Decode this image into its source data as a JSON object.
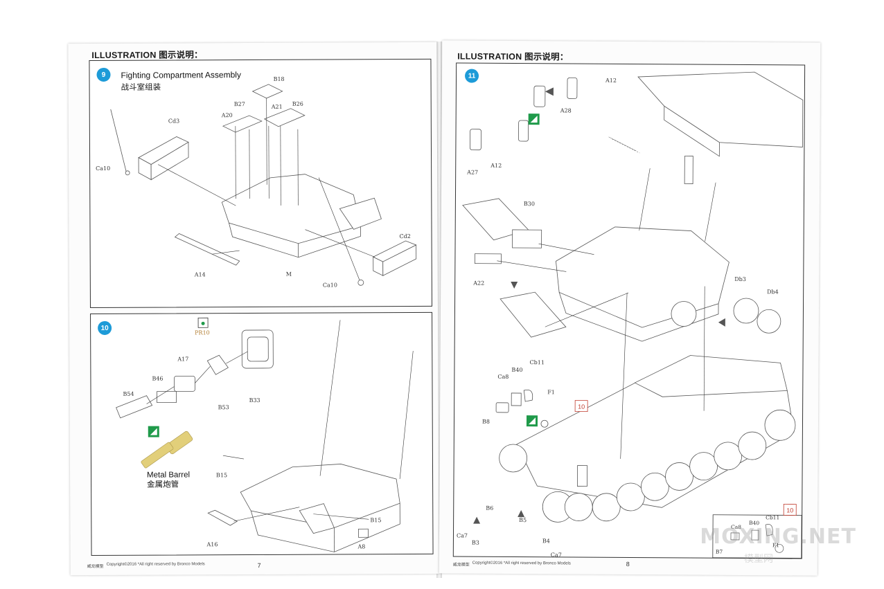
{
  "left_page": {
    "header": "ILLUSTRATION 图示说明：",
    "footer_brand": "威龙模型",
    "footer_copyright": "Copyright©2016 *All right reserved by Bronco Models",
    "page_number": "7",
    "step9": {
      "number": "9",
      "title_en": "Fighting Compartment Assembly",
      "title_cn": "战斗室组装",
      "parts": [
        "B18",
        "B27",
        "A21",
        "B26",
        "A20",
        "Cd3",
        "Ca10",
        "Cd2",
        "Ca10",
        "A14",
        "M"
      ]
    },
    "step10": {
      "number": "10",
      "parts": [
        "PR10",
        "A17",
        "B46",
        "B54",
        "B53",
        "B33",
        "B15",
        "B15",
        "A16",
        "A8"
      ],
      "metal_barrel_en": "Metal Barrel",
      "metal_barrel_cn": "金属炮管"
    }
  },
  "right_page": {
    "header": "ILLUSTRATION 图示说明：",
    "footer_brand": "威龙模型",
    "footer_copyright": "Copyright©2016 *All right reserved by Bronco Models",
    "page_number": "8",
    "step11": {
      "number": "11",
      "parts": [
        "A12",
        "A28",
        "A27",
        "A12",
        "B30",
        "A22",
        "Db3",
        "Db4",
        "Ca8",
        "B40",
        "Cb11",
        "F1",
        "B8",
        "B6",
        "B5",
        "B4",
        "Ca7",
        "B3",
        "Ca7",
        "Ca8",
        "B40",
        "Cb11",
        "F1",
        "B7"
      ],
      "ref_step": "10",
      "ref_step_inset": "10"
    }
  },
  "watermark": "MOXING.NET",
  "watermark_cn": "模型网",
  "colors": {
    "step_badge": "#1d9bd8",
    "symbol_green": "#1f9a4a",
    "metal_barrel": "#e2cf7a",
    "ref_red": "#c0392b"
  }
}
